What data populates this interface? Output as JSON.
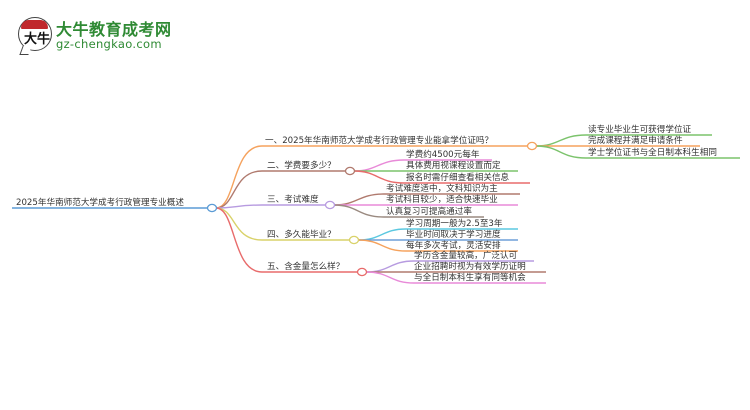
{
  "logo": {
    "badge_glyph": "大牛",
    "title": "大牛教育成考网",
    "url": "gz-chengkao.com",
    "brand_color": "#2f8a34",
    "accent_color": "#c0282c"
  },
  "mindmap": {
    "root": {
      "label": "2025年华南师范大学成考行政管理专业概述",
      "color": "#5b9bd5"
    },
    "branches": [
      {
        "label": "一、2025年华南师范大学成考行政管理专业能拿学位证吗？",
        "color": "#f5a25d",
        "children": [
          {
            "label": "读专业毕业生可获得学位证",
            "color": "#7cc36c"
          },
          {
            "label": "完成课程并满足申请条件",
            "color": "#f5a25d"
          },
          {
            "label": "学士学位证书与全日制本科生相同",
            "color": "#7cc36c"
          }
        ]
      },
      {
        "label": "二、学费要多少？",
        "color": "#b07a6e",
        "children": [
          {
            "label": "学费约4500元每年",
            "color": "#e88ad8"
          },
          {
            "label": "具体费用视课程设置而定",
            "color": "#7cc36c"
          },
          {
            "label": "报名时需仔细查看相关信息",
            "color": "#e86b6b"
          }
        ]
      },
      {
        "label": "三、考试难度",
        "color": "#b79be0",
        "children": [
          {
            "label": "考试难度适中，文科知识为主",
            "color": "#b07a6e"
          },
          {
            "label": "考试科目较少，适合快速毕业",
            "color": "#e88ad8"
          },
          {
            "label": "认真复习可提高通过率",
            "color": "#9a8a80"
          }
        ]
      },
      {
        "label": "四、多久能毕业？",
        "color": "#d9d26a",
        "children": [
          {
            "label": "学习周期一般为2.5至3年",
            "color": "#5bc8e0"
          },
          {
            "label": "毕业时间取决于学习进度",
            "color": "#6f9fd8"
          },
          {
            "label": "每年多次考试，灵活安排",
            "color": "#f5a25d"
          }
        ]
      },
      {
        "label": "五、含金量怎么样？",
        "color": "#e86b6b",
        "children": [
          {
            "label": "学历含金量较高，广泛认可",
            "color": "#b79be0"
          },
          {
            "label": "企业招聘时视为有效学历证明",
            "color": "#b07a6e"
          },
          {
            "label": "与全日制本科生享有同等机会",
            "color": "#e88ad8"
          }
        ]
      }
    ]
  }
}
